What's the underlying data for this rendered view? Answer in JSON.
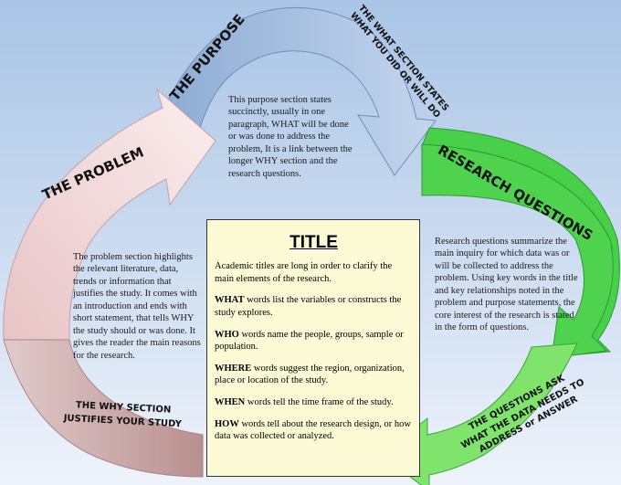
{
  "purpose": {
    "label": "THE PURPOSE",
    "text": "This purpose section states succinctly, usually in one paragraph, WHAT will be done or was done to address the problem,  It is a link between the longer WHY section and the research questions."
  },
  "what_section": {
    "label_lines": [
      "THE WHAT SECTION STATES",
      "WHAT YOU DID OR WILL DO"
    ]
  },
  "problem": {
    "label": "THE PROBLEM",
    "text": "The problem section highlights the relevant literature, data, trends or information that justifies the study. It comes with an introduction and ends with short statement, that tells WHY the study should or was done. It gives the reader the main reasons for the research."
  },
  "why_section": {
    "label_lines": [
      "THE WHY SECTION",
      "JUSTIFIES YOUR STUDY"
    ]
  },
  "research_questions": {
    "label": "RESEARCH QUESTIONS",
    "text": "Research questions summarize the main inquiry for which data was or will be collected to address the problem.  Using key words in the title and key relationships noted in the problem and purpose statements, the core interest of the research is stated in the form of questions."
  },
  "questions_ask": {
    "label_lines": [
      "THE QUESTIONS ASK",
      "WHAT THE DATA NEEDS TO",
      "ADDRESS or ANSWER"
    ]
  },
  "title_box": {
    "heading": "TITLE",
    "intro": "Academic titles are long in order to clarify the main elements of the research.",
    "items": [
      {
        "term": "WHAT",
        "text": " words list the variables or constructs the study explores."
      },
      {
        "term": "WHO",
        "text": " words name the people, groups, sample or population."
      },
      {
        "term": "WHERE",
        "text": " words suggest the region, organization, place or location of the study."
      },
      {
        "term": "WHEN",
        "text": " words tell the time frame of the study."
      },
      {
        "term": "HOW",
        "text": " words tell about the research design, or how data was collected or analyzed."
      }
    ]
  },
  "colors": {
    "bg_top": "#a9c4e6",
    "bg_bottom": "#eef3fb",
    "purpose_arrow": "#9ab4d8",
    "research_arrow": "#49d04a",
    "lower_green_arrow": "#7fe36c",
    "problem_arrow": "#f0d6d7",
    "why_arrow": "#c8a8a8",
    "title_fill": "#fdfad6"
  }
}
